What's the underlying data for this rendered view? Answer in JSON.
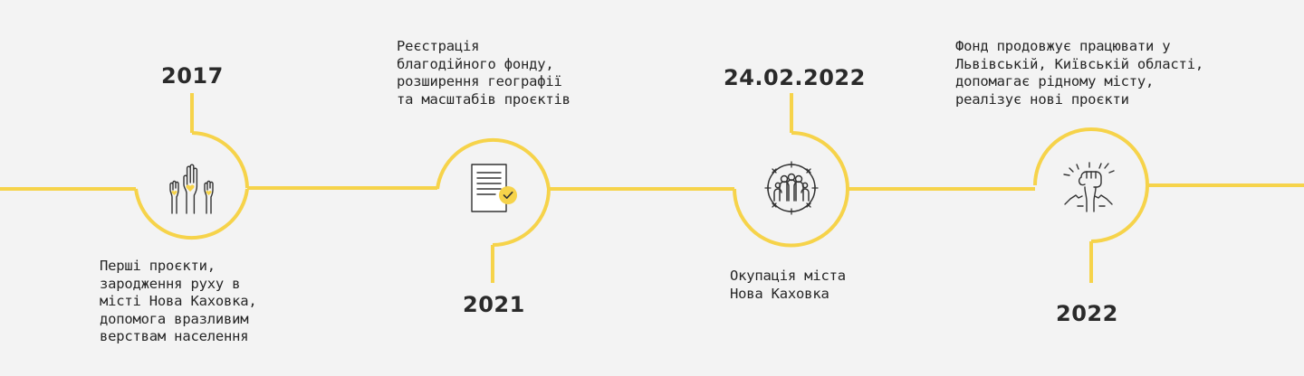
{
  "colors": {
    "accent": "#f6d34a",
    "line": "#f6d34a",
    "ink": "#333333",
    "background": "#f3f3f3"
  },
  "milestones": [
    {
      "year": "2017",
      "text": "Перші проєкти,\nзародження руху в\nмісті Нова Каховка,\nдопомога вразливим\nверствам населення",
      "icon": "raised-hands-heart-icon"
    },
    {
      "year": "2021",
      "text": "Реєстрація\nблагодійного фонду,\nрозширення географії\nта масштабів проєктів",
      "icon": "document-checkmark-icon"
    },
    {
      "year": "24.02.2022",
      "text": "Окупація міста\nНова Каховка",
      "icon": "people-barbed-wire-icon"
    },
    {
      "year": "2022",
      "text": "Фонд продовжує працювати у\nЛьвівській, Київській області,\nдопомагає рідному місту,\nреалізує нові проєкти",
      "icon": "raised-fist-icon"
    }
  ]
}
